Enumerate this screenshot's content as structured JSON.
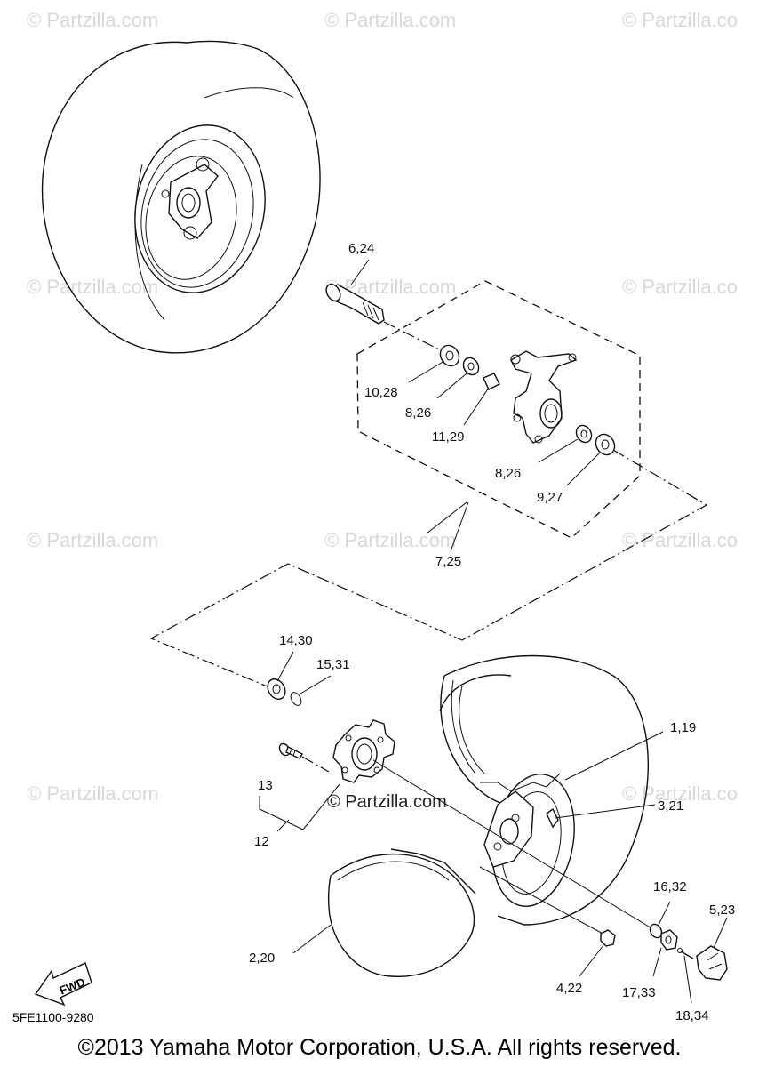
{
  "watermarks": [
    "© Partzilla.com",
    "© Partzilla.com",
    "© Partzilla.co",
    "© Partzilla.com",
    "© Partzilla.com",
    "© Partzilla.co",
    "© Partzilla.com",
    "© Partzilla.com",
    "© Partzilla.co",
    "© Partzilla.com",
    "© Partzilla.co"
  ],
  "center_watermark": "© Partzilla.com",
  "callouts": {
    "c6_24": "6,24",
    "c10_28": "10,28",
    "c8_26_a": "8,26",
    "c11_29": "11,29",
    "c8_26_b": "8,26",
    "c9_27": "9,27",
    "c7_25": "7,25",
    "c14_30": "14,30",
    "c15_31": "15,31",
    "c13": "13",
    "c12": "12",
    "c1_19": "1,19",
    "c3_21": "3,21",
    "c16_32": "16,32",
    "c5_23": "5,23",
    "c2_20": "2,20",
    "c4_22": "4,22",
    "c17_33": "17,33",
    "c18_34": "18,34"
  },
  "fwd_label": "FWD",
  "diagram_code": "5FE1100-9280",
  "copyright": "©2013 Yamaha Motor Corporation, U.S.A. All rights reserved."
}
